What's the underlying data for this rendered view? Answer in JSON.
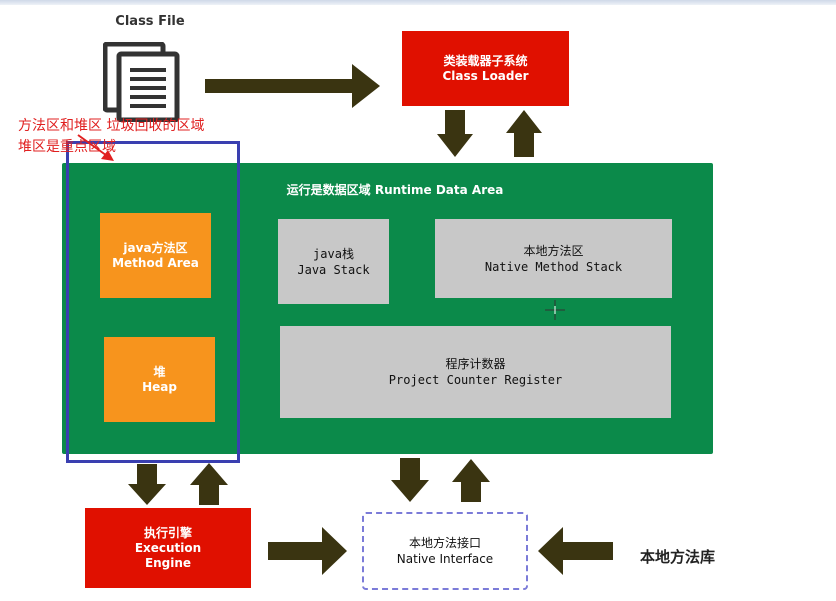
{
  "class_file": {
    "label": "Class File",
    "icon": "document-stack-icon"
  },
  "class_loader": {
    "line1": "类装载器子系统",
    "line2": "Class Loader"
  },
  "runtime_area": {
    "title": "运行是数据区域  Runtime Data Area"
  },
  "method_area": {
    "line1": "java方法区",
    "line2": "Method Area"
  },
  "heap": {
    "line1": "堆",
    "line2": "Heap"
  },
  "java_stack": {
    "line1": "java栈",
    "line2": "Java Stack"
  },
  "native_method_stack": {
    "line1": "本地方法区",
    "line2": "Native  Method  Stack"
  },
  "program_counter": {
    "line1": "程序计数器",
    "line2": "Project  Counter  Register"
  },
  "execution_engine": {
    "line1": "执行引擎",
    "line2": "Execution",
    "line3": "Engine"
  },
  "native_interface": {
    "line1": "本地方法接口",
    "line2": "Native Interface"
  },
  "native_library": {
    "label": "本地方法库"
  },
  "annotation": {
    "line1": "方法区和堆区 垃圾回收的区域",
    "line2": "堆区是重点区域"
  },
  "colors": {
    "red": "#e01000",
    "green": "#0b8a4a",
    "orange": "#f7941d",
    "gray": "#c8c8c8",
    "arrow": "#3a3411",
    "annotation": "#e02020",
    "highlight_border": "#3a3fb0"
  }
}
